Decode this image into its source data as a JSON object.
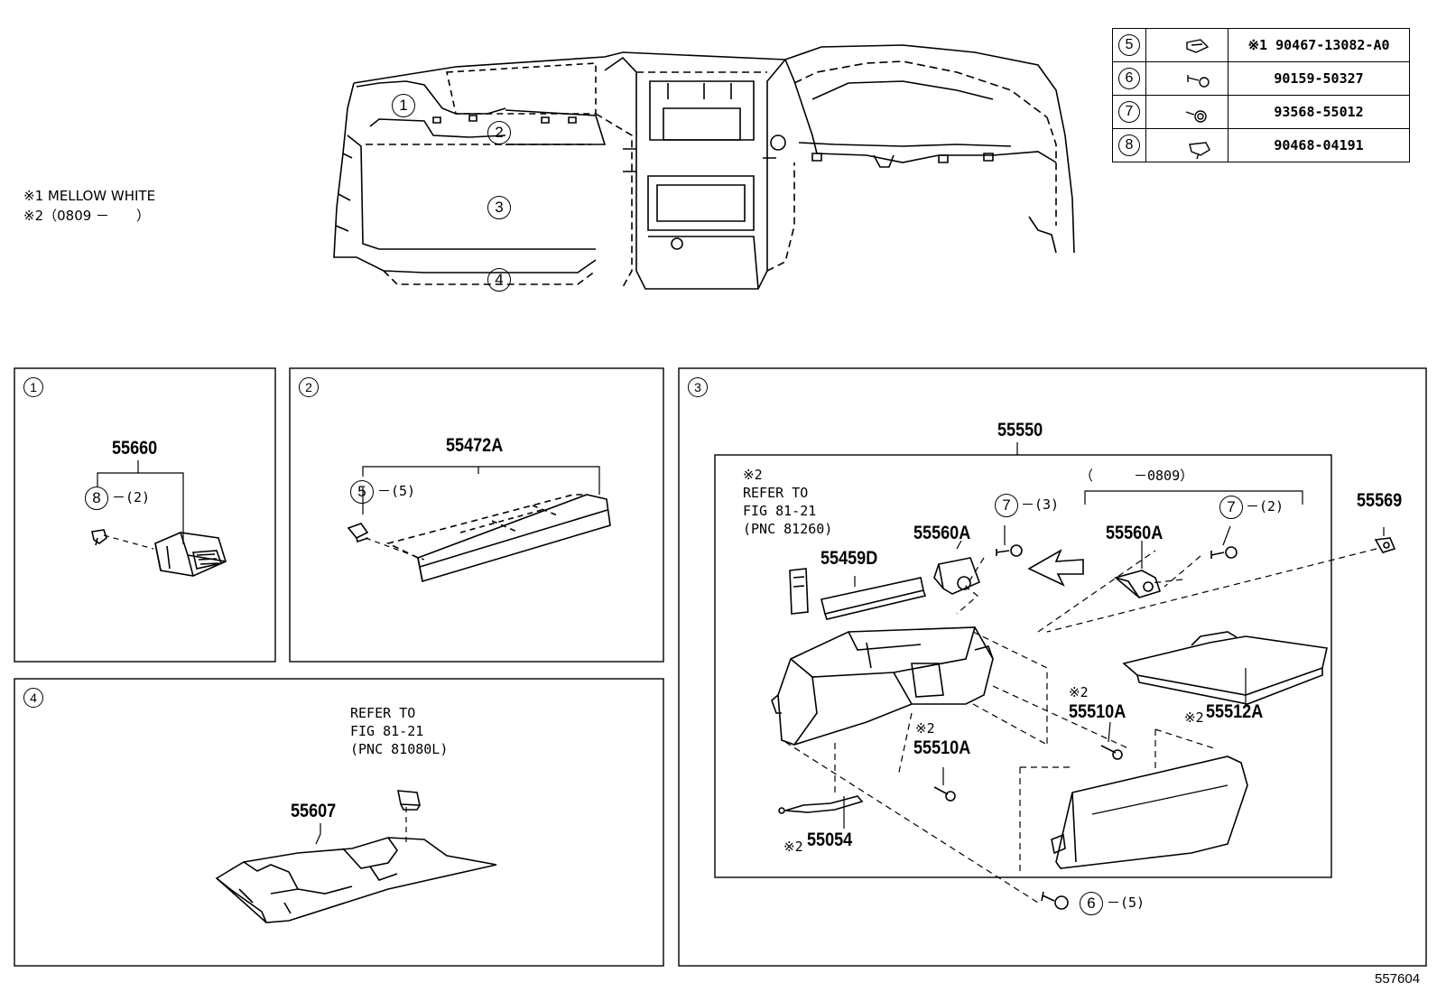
{
  "legend": {
    "note1": "※1 MELLOW WHITE",
    "note2": "※2（0809 －　　）"
  },
  "fastener_table": [
    {
      "ref": "5",
      "part": "※1 90467-13082-A0",
      "icon": "clip-icon"
    },
    {
      "ref": "6",
      "part": "90159-50327",
      "icon": "screw-icon"
    },
    {
      "ref": "7",
      "part": "93568-55012",
      "icon": "screw-washer-icon"
    },
    {
      "ref": "8",
      "part": "90468-04191",
      "icon": "clamp-clip-icon"
    }
  ],
  "overview_callouts": [
    "1",
    "2",
    "3",
    "4"
  ],
  "panel1": {
    "ref": "1",
    "part": "55660",
    "fastener_ref": "8",
    "fastener_qty": "－(2)"
  },
  "panel2": {
    "ref": "2",
    "part": "55472A",
    "fastener_ref": "5",
    "fastener_qty": "－(5)"
  },
  "panel3": {
    "ref": "3",
    "assembly": "55550",
    "refer_note": "※2\nREFER TO\nFIG 81-21\n(PNC 81260)",
    "date_range": "（　　　－0809）",
    "p55560A_left": "55560A",
    "p55560A_right": "55560A",
    "p55459D": "55459D",
    "p55569": "55569",
    "p55510A_top": "55510A",
    "p55510A_top_mark": "※2",
    "p55510A_mid": "55510A",
    "p55510A_mid_mark": "※2",
    "p55512A": "55512A",
    "p55512A_mark": "※2",
    "p55054": "55054",
    "p55054_mark": "※2",
    "f7_left_ref": "7",
    "f7_left_qty": "－(3)",
    "f7_right_ref": "7",
    "f7_right_qty": "－(2)",
    "f6_ref": "6",
    "f6_qty": "－(5)"
  },
  "panel4": {
    "ref": "4",
    "refer_note": "REFER TO\nFIG 81-21\n(PNC 81080L)",
    "part": "55607"
  },
  "illustration_number": "557604"
}
